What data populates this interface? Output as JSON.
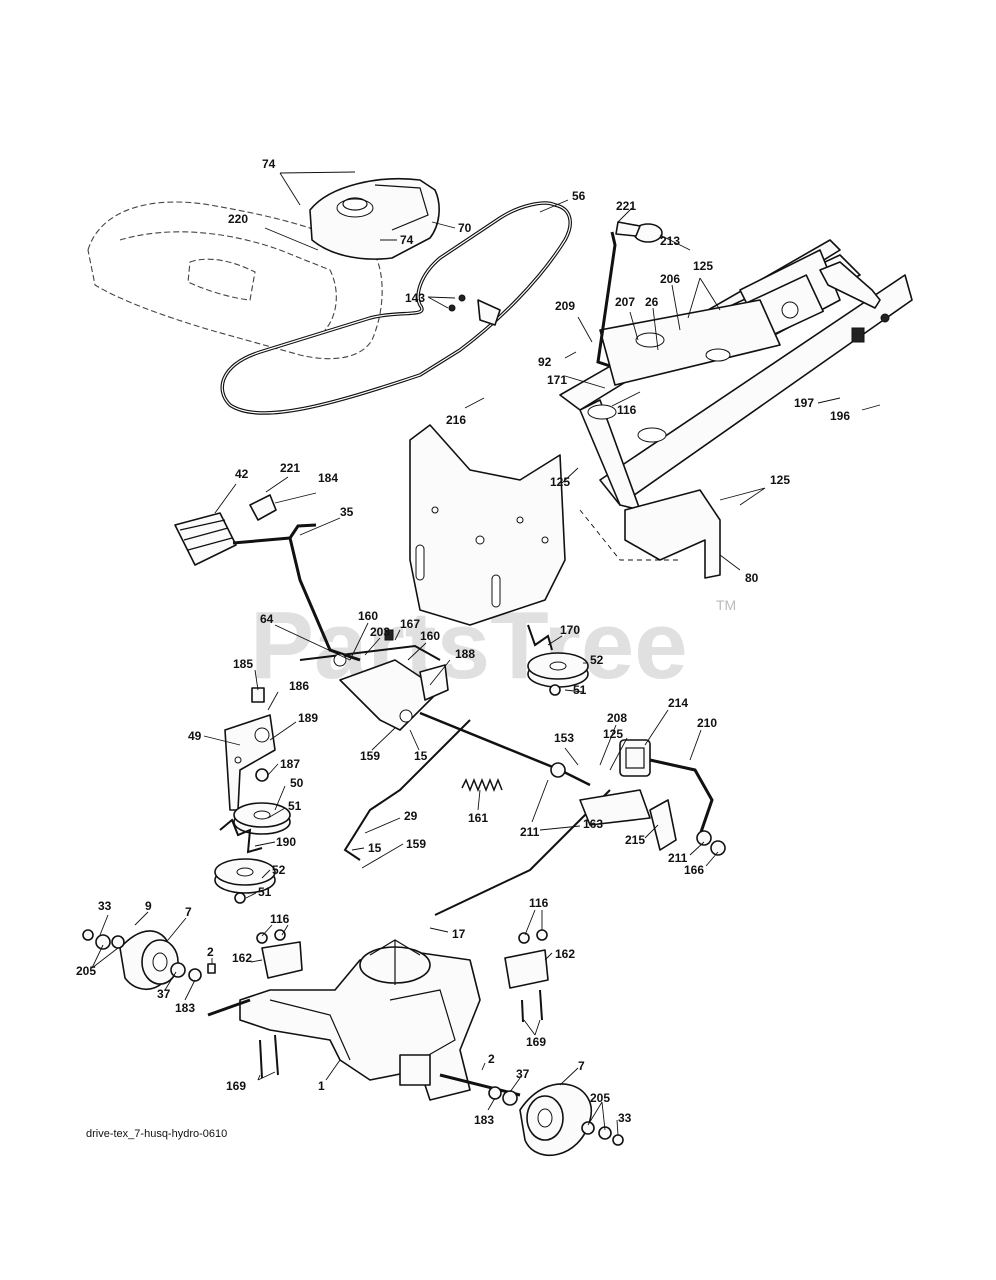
{
  "diagram_id": "drive-tex_7-husq-hydro-0610",
  "watermark": {
    "text": "PartsTree",
    "tm": "TM"
  },
  "callouts": {
    "c74a": "74",
    "c74b": "74",
    "c220": "220",
    "c70": "70",
    "c56": "56",
    "c221a": "221",
    "c213": "213",
    "c125a": "125",
    "c206": "206",
    "c209": "209",
    "c207": "207",
    "c26": "26",
    "c92": "92",
    "c171": "171",
    "c116a": "116",
    "c143": "143",
    "c216": "216",
    "c197": "197",
    "c196": "196",
    "c42": "42",
    "c221b": "221",
    "c184": "184",
    "c35": "35",
    "c125b": "125",
    "c125c": "125",
    "c80": "80",
    "c64": "64",
    "c160a": "160",
    "c203": "203",
    "c167": "167",
    "c160b": "160",
    "c170": "170",
    "c52a": "52",
    "c51a": "51",
    "c185": "185",
    "c186": "186",
    "c188": "188",
    "c189": "189",
    "c49": "49",
    "c187": "187",
    "c159a": "159",
    "c15a": "15",
    "c153": "153",
    "c208": "208",
    "c125d": "125",
    "c214": "214",
    "c210": "210",
    "c50": "50",
    "c51b": "51",
    "c161": "161",
    "c211a": "211",
    "c29": "29",
    "c163": "163",
    "c190": "190",
    "c215": "215",
    "c211b": "211",
    "c15b": "15",
    "c159b": "159",
    "c166": "166",
    "c52b": "52",
    "c51c": "51",
    "c33a": "33",
    "c9": "9",
    "c7a": "7",
    "c116b": "116",
    "c116c": "116",
    "c205a": "205",
    "c2a": "2",
    "c162a": "162",
    "c17": "17",
    "c162b": "162",
    "c37a": "37",
    "c183a": "183",
    "c169a": "169",
    "c169b": "169",
    "c1": "1",
    "c2b": "2",
    "c7b": "7",
    "c37b": "37",
    "c205b": "205",
    "c183b": "183",
    "c33b": "33"
  }
}
